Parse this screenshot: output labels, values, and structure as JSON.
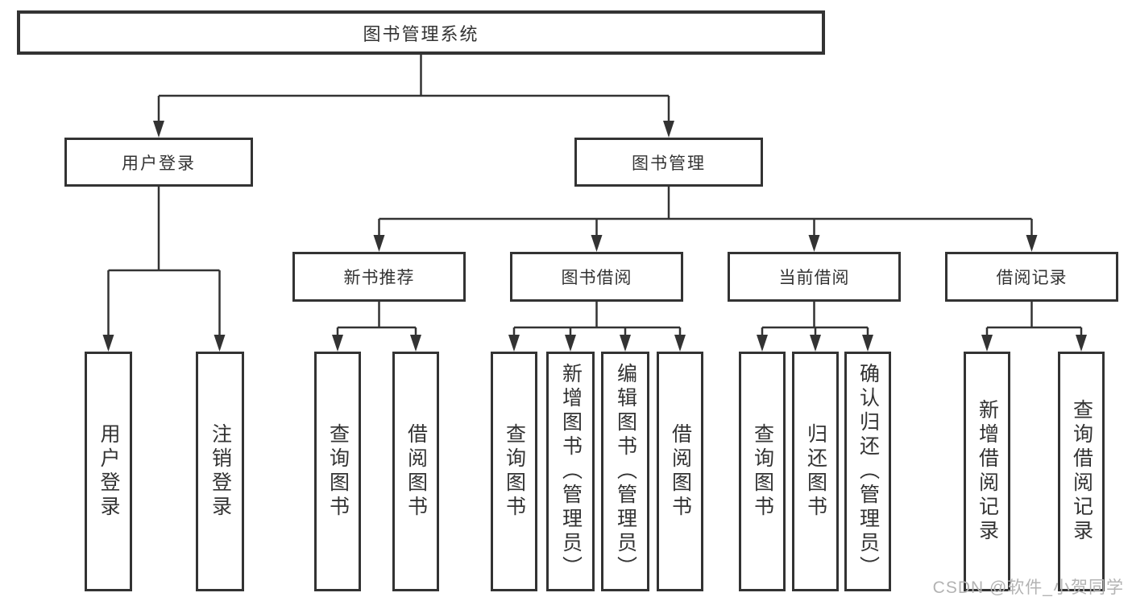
{
  "tree": {
    "root": {
      "label": "图书管理系统",
      "children": [
        {
          "label": "用户登录",
          "children": [
            {
              "label": "用户登录"
            },
            {
              "label": "注销登录"
            }
          ]
        },
        {
          "label": "图书管理",
          "children": [
            {
              "label": "新书推荐",
              "children": [
                {
                  "label": "查询图书"
                },
                {
                  "label": "借阅图书"
                }
              ]
            },
            {
              "label": "图书借阅",
              "children": [
                {
                  "label": "查询图书"
                },
                {
                  "label": "新增图书（管理员）"
                },
                {
                  "label": "编辑图书（管理员）"
                },
                {
                  "label": "借阅图书"
                }
              ]
            },
            {
              "label": "当前借阅",
              "children": [
                {
                  "label": "查询图书"
                },
                {
                  "label": "归还图书"
                },
                {
                  "label": "确认归还（管理员）"
                }
              ]
            },
            {
              "label": "借阅记录",
              "children": [
                {
                  "label": "新增借阅记录"
                },
                {
                  "label": "查询借阅记录"
                }
              ]
            }
          ]
        }
      ]
    }
  },
  "watermark": {
    "text": "CSDN @软件_小贺同学"
  },
  "colors": {
    "line": "#333333",
    "text": "#333333",
    "background": "#ffffff",
    "watermark": "#b3b3b3"
  }
}
